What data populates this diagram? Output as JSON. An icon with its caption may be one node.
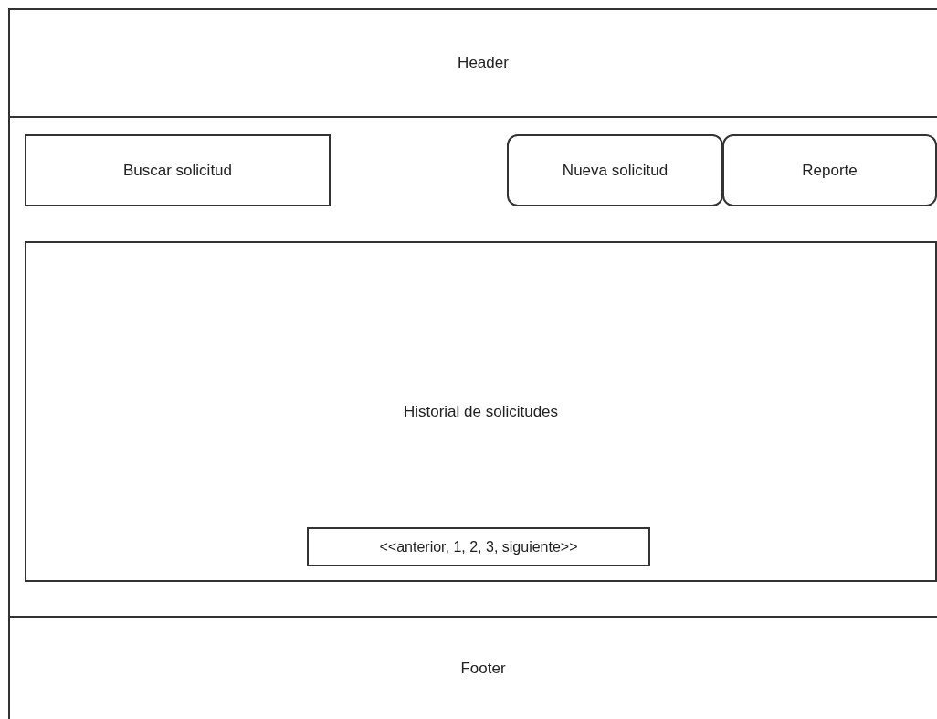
{
  "diagram": {
    "nodes": [
      {
        "text": [
          "Header"
        ]
      },
      {
        "text": [
          "Buscar solicitud"
        ]
      },
      {
        "text": [
          "Nueva solicitud"
        ]
      },
      {
        "text": [
          "Reporte"
        ]
      },
      {
        "text": [
          "Historial de solicitudes"
        ]
      },
      {
        "text": [
          "<<anterior, 1, 2, 3, siguiente>>"
        ],
        "in": 4
      },
      {
        "text": [
          "Footer"
        ]
      }
    ]
  }
}
